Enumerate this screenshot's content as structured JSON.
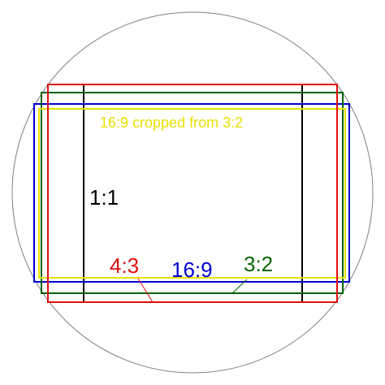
{
  "colors": {
    "background": "#ffffff",
    "image_circle": "#808080",
    "ratio_1_1": "#000000",
    "ratio_4_3": "#e01010",
    "ratio_3_2": "#006400",
    "ratio_16_9": "#0000d0",
    "ratio_16_9_cropped": "#e8e000"
  },
  "labels": {
    "ratio_16_9_cropped": "16:9 cropped from 3:2",
    "ratio_1_1": "1:1",
    "ratio_4_3": "4:3",
    "ratio_16_9": "16:9",
    "ratio_3_2": "3:2"
  }
}
